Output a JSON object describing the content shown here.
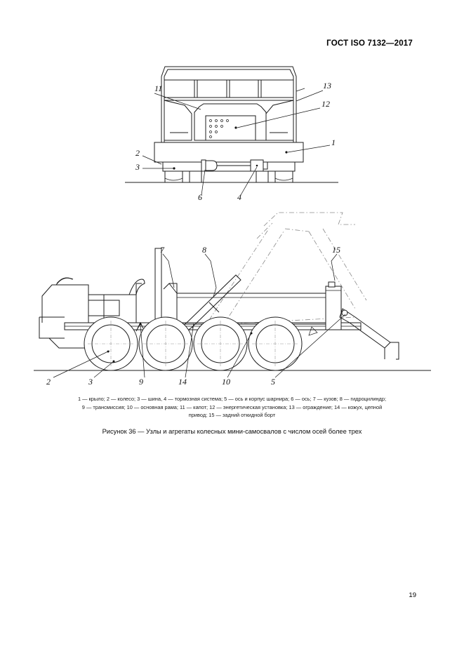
{
  "document": {
    "standard_header": "ГОСТ ISO 7132—2017",
    "page_number": "19"
  },
  "figure": {
    "caption": "Рисунок 36 — Узлы и агрегаты колесных мини-самосвалов с числом осей более трех",
    "legend_line_1": "1 — крыло; 2 — колесо; 3 — шина, 4 — тормозная система; 5 — ось и корпус шарнира; 6 — ось; 7 — кузов; 8 — гидроцилиндр;",
    "legend_line_2": "9 — трансмиссия; 10 — основная рама; 11 — капот; 12 — энергетическая установка; 13 — ограждение; 14 — кожух, цепной",
    "legend_line_3": "привод; 15 — задний откидной борт",
    "parts": [
      {
        "number": "1",
        "name": "крыло"
      },
      {
        "number": "2",
        "name": "колесо"
      },
      {
        "number": "3",
        "name": "шина"
      },
      {
        "number": "4",
        "name": "тормозная система"
      },
      {
        "number": "5",
        "name": "ось и корпус шарнира"
      },
      {
        "number": "6",
        "name": "ось"
      },
      {
        "number": "7",
        "name": "кузов"
      },
      {
        "number": "8",
        "name": "гидроцилиндр"
      },
      {
        "number": "9",
        "name": "трансмиссия"
      },
      {
        "number": "10",
        "name": "основная рама"
      },
      {
        "number": "11",
        "name": "капот"
      },
      {
        "number": "12",
        "name": "энергетическая установка"
      },
      {
        "number": "13",
        "name": "ограждение"
      },
      {
        "number": "14",
        "name": "кожух, цепной привод"
      },
      {
        "number": "15",
        "name": "задний откидной борт"
      }
    ],
    "front_view_callouts": {
      "c1": "1",
      "c2": "2",
      "c3": "3",
      "c4": "4",
      "c6": "6",
      "c11": "11",
      "c12": "12",
      "c13": "13"
    },
    "side_view_callouts": {
      "c2": "2",
      "c3": "3",
      "c5": "5",
      "c7": "7",
      "c8": "8",
      "c9": "9",
      "c10": "10",
      "c14": "14",
      "c15": "15"
    }
  }
}
